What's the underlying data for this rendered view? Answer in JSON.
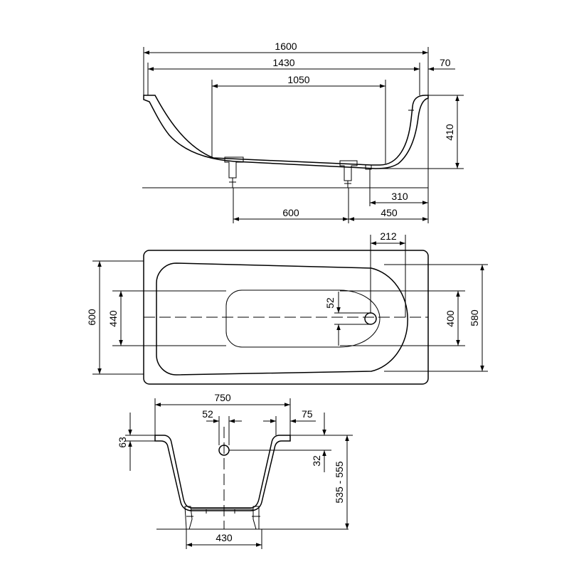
{
  "side_view": {
    "dims": {
      "total_length": "1600",
      "inner_length": "1430",
      "bottom_length": "1050",
      "rim_width": "70",
      "depth": "410",
      "drain_offset": "310",
      "leg_spacing": "600",
      "leg_offset": "450"
    }
  },
  "top_view": {
    "dims": {
      "drain_offset": "212",
      "drain_diameter": "52",
      "total_width": "600",
      "inner_width_left": "440",
      "bottom_width": "400",
      "inner_width": "580"
    }
  },
  "end_view": {
    "dims": {
      "width": "750",
      "overflow_diameter": "52",
      "rim_width": "75",
      "rim_height": "63",
      "overflow_offset": "32",
      "height_range": "535 - 555",
      "leg_span": "430"
    }
  }
}
